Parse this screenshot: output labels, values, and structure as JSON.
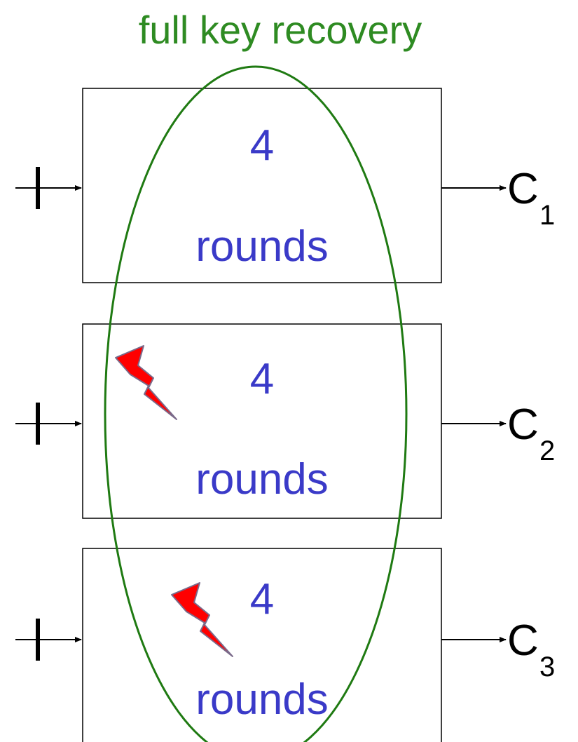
{
  "title": "full key recovery",
  "colors": {
    "title": "#2e8b22",
    "ellipse": "#1f7a12",
    "round_text": "#3a3ac8",
    "box_stroke": "#000000",
    "fault_fill": "#ff0000",
    "fault_stroke": "#7a6a8a"
  },
  "blocks": [
    {
      "number": "4",
      "word": "rounds",
      "input_label": "I",
      "output_label": "C",
      "output_index": "1",
      "fault": false
    },
    {
      "number": "4",
      "word": "rounds",
      "input_label": "I",
      "output_label": "C",
      "output_index": "2",
      "fault": true,
      "fault_icon": "lightning-bolt-icon"
    },
    {
      "number": "4",
      "word": "rounds",
      "input_label": "I",
      "output_label": "C",
      "output_index": "3",
      "fault": true,
      "fault_icon": "lightning-bolt-icon"
    }
  ]
}
